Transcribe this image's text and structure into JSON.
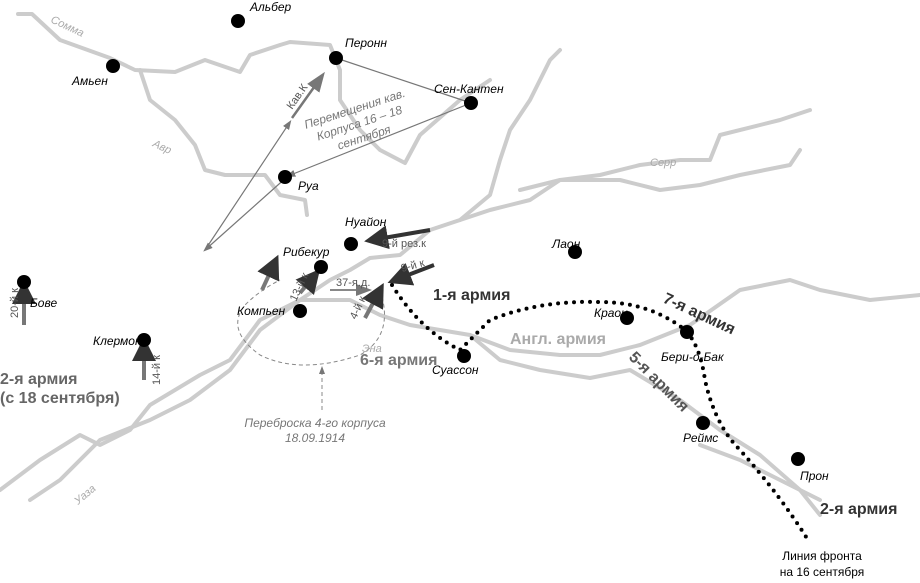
{
  "cities": [
    "Альбер",
    "Амьен",
    "Перонн",
    "Сен-Кантен",
    "Руа",
    "Нуайон",
    "Рибекур",
    "Компьен",
    "Лаон",
    "Краон",
    "Бери-о-Бак",
    "Суассон",
    "Реймс",
    "Прон",
    "Бове",
    "Клермон"
  ],
  "rivers": [
    "Сомма",
    "Авр",
    "Серр",
    "Эна",
    "Уаза"
  ],
  "armies": {
    "first": "1-я армия",
    "sixth": "6-я армия",
    "british": "Англ. армия",
    "seventh": "7-я армия",
    "fifth": "5-я армия",
    "second_east": "2-я армия",
    "second_west": "2-я армия",
    "second_west_note": "(с 18 сентября)"
  },
  "units": {
    "cav": "Кав.К",
    "res9": "9-й рез.к",
    "c9": "9-й к",
    "d37": "37-я.д.",
    "c13": "13-й к",
    "c4": "4-й к",
    "c20": "20-й к",
    "c14": "14-й к"
  },
  "notes": {
    "cav_move_1": "Перемещения кав.",
    "cav_move_2": "Корпуса 16 – 18",
    "cav_move_3": "сентября",
    "transfer_1": "Переброска 4-го корпуса",
    "transfer_2": "18.09.1914",
    "front_1": "Линия фронта",
    "front_2": "на 16 сентября"
  }
}
